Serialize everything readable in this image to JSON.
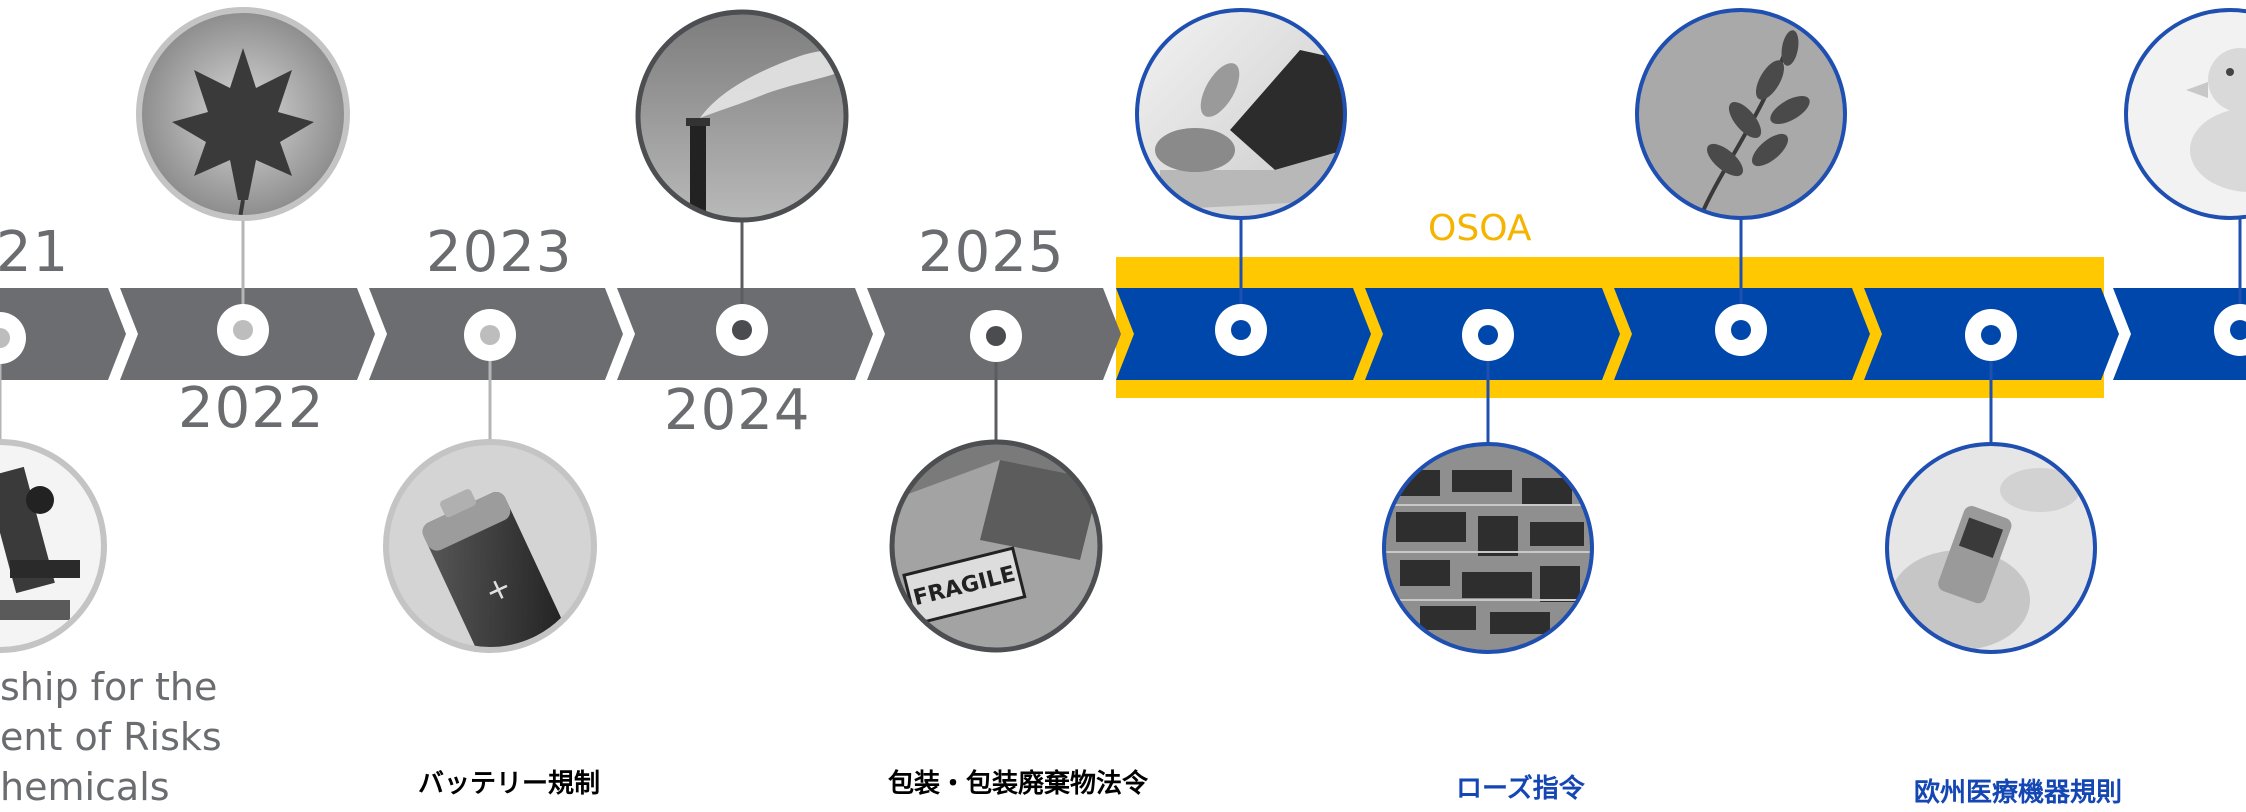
{
  "colors": {
    "gray_chevron": "#6b6d70",
    "blue_chevron": "#0047ab",
    "yellow_band": "#ffc800",
    "gray_ring": "#c4c4c4",
    "blue_ring": "#1f4fb0",
    "label_blue": "#1446b4"
  },
  "years": {
    "y2021": "21",
    "y2022": "2022",
    "y2023": "2023",
    "y2024": "2024",
    "y2025": "2025"
  },
  "band_label": "OSOA",
  "description_lines": [
    "ship for the",
    "ent of Risks",
    "hemicals"
  ],
  "labels": {
    "battery": "バッテリー規制",
    "packaging": "包装・包装廃棄物法令",
    "rohs": "ローズ指令",
    "mdr": "欧州医療機器規則"
  },
  "photos": {
    "top": [
      "maple-leaf",
      "smokestack",
      "laptop",
      "plant",
      "rubber-duck"
    ],
    "bottom": [
      "microscope",
      "battery",
      "fragile-box",
      "circuit-board",
      "medical-device"
    ]
  }
}
